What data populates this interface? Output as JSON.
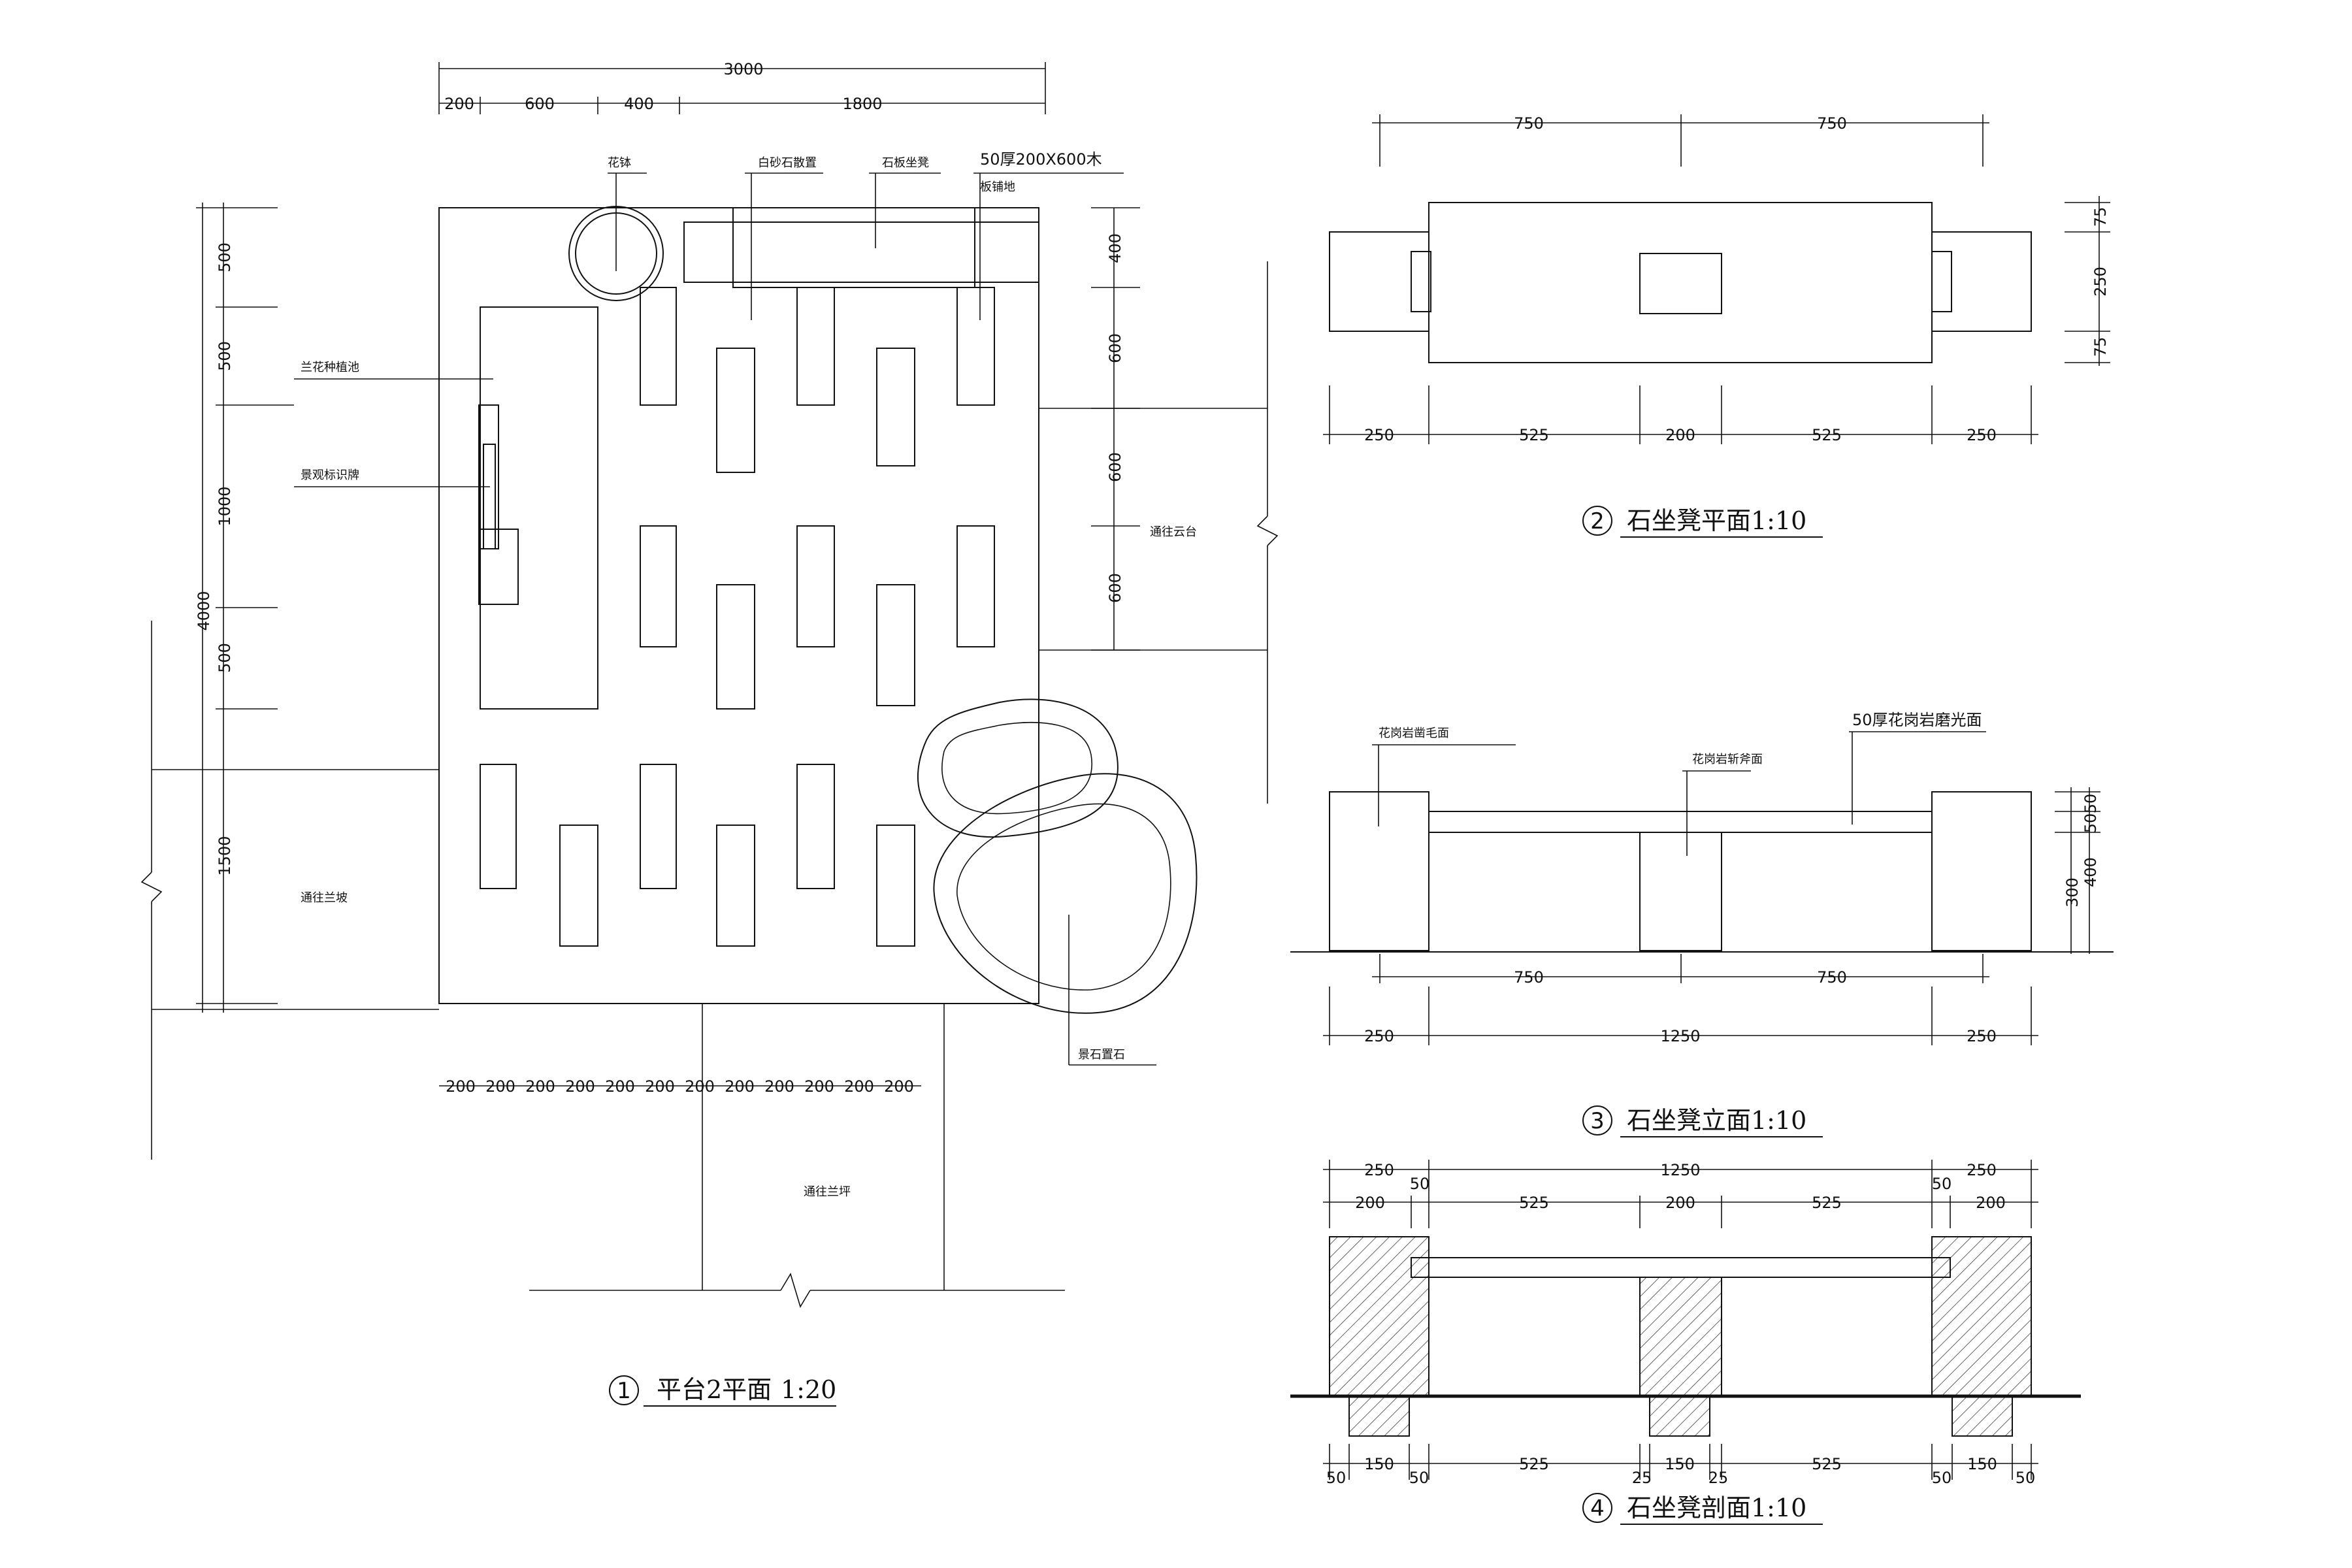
{
  "views": {
    "plan": {
      "number": "1",
      "title": "平台2平面",
      "scale": "1:20",
      "dims": {
        "top_total": "3000",
        "top_segments": [
          "200",
          "600",
          "400",
          "1800"
        ],
        "left_total": "4000",
        "left_segments": [
          "500",
          "500",
          "1000",
          "500",
          "1500"
        ],
        "right_segments": [
          "400",
          "600",
          "600",
          "600"
        ],
        "bottom_segments": [
          "200",
          "200",
          "200",
          "200",
          "200",
          "200",
          "200",
          "200",
          "200",
          "200",
          "200",
          "200"
        ]
      },
      "labels": {
        "flower_pot": "花钵",
        "white_gravel": "白砂石散置",
        "stone_bench": "石板坐凳",
        "wood_deck_a": "50厚200X600木",
        "wood_deck_b": "板铺地",
        "orchid_bed": "兰花种植池",
        "sign": "景观标识牌",
        "to_cloud_terrace": "通往云台",
        "to_orchid_slope": "通往兰坡",
        "to_orchid_path": "通往兰坪",
        "feature_stone": "景石置石"
      }
    },
    "bench_plan": {
      "number": "2",
      "title": "石坐凳平面",
      "scale": "1:10",
      "dims": {
        "top": [
          "750",
          "750"
        ],
        "bottom": [
          "250",
          "525",
          "200",
          "525",
          "250"
        ],
        "right": [
          "75",
          "250",
          "75"
        ]
      }
    },
    "bench_elevation": {
      "number": "3",
      "title": "石坐凳立面",
      "scale": "1:10",
      "labels": {
        "granite_hammered": "花岗岩凿毛面",
        "granite_axed": "花岗岩斩斧面",
        "granite_polished": "50厚花岗岩磨光面"
      },
      "dims": {
        "mid": [
          "750",
          "750"
        ],
        "bottom": [
          "250",
          "1250",
          "250"
        ],
        "right": [
          "50",
          "50",
          "300",
          "400"
        ]
      }
    },
    "bench_section": {
      "number": "4",
      "title": "石坐凳剖面",
      "scale": "1:10",
      "dims": {
        "top1": [
          "250",
          "1250",
          "250"
        ],
        "top1_inner": [
          "50",
          "50"
        ],
        "top2": [
          "200",
          "525",
          "200",
          "525",
          "200"
        ],
        "bottom": [
          "50",
          "150",
          "50",
          "525",
          "25",
          "150",
          "25",
          "525",
          "50",
          "150",
          "50"
        ]
      }
    }
  }
}
